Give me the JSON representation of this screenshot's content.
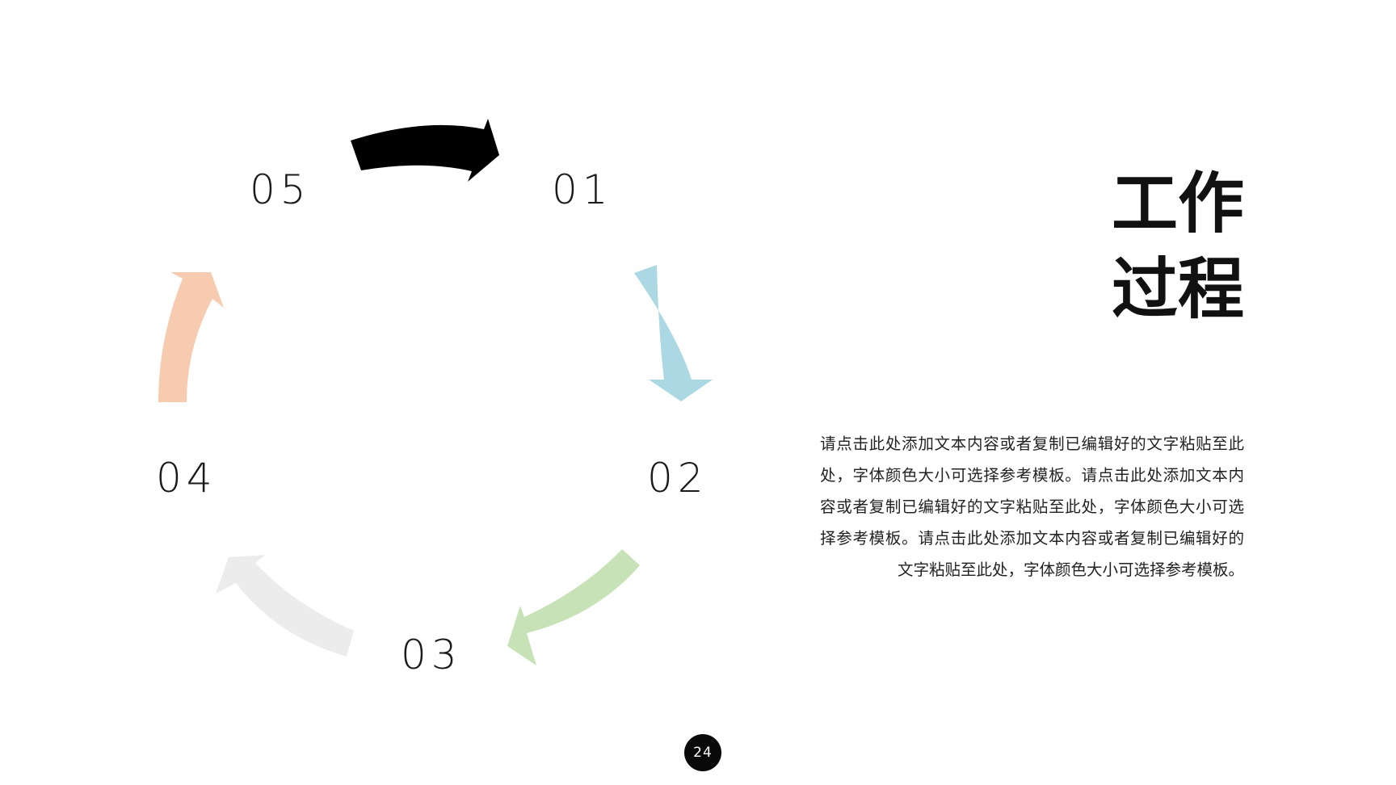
{
  "slide": {
    "title_line1": "工作",
    "title_line2": "过程",
    "body": "请点击此处添加文本内容或者复制已编辑好的文字粘贴至此处，字体颜色大小可选择参考模板。请点击此处添加文本内容或者复制已编辑好的文字粘贴至此处，字体颜色大小可选择参考模板。请点击此处添加文本内容或者复制已编辑好的文字粘贴至此处，字体颜色大小可选择参考模板。",
    "page_number": "24"
  },
  "cycle": {
    "steps": [
      {
        "label": "01"
      },
      {
        "label": "02"
      },
      {
        "label": "03"
      },
      {
        "label": "04"
      },
      {
        "label": "05"
      }
    ],
    "arrow_colors": {
      "05_to_01": "#000000",
      "01_to_02": "#acd8e3",
      "02_to_03": "#c6e2b6",
      "03_to_04": "#ececec",
      "04_to_05": "#f7cbaf"
    }
  }
}
